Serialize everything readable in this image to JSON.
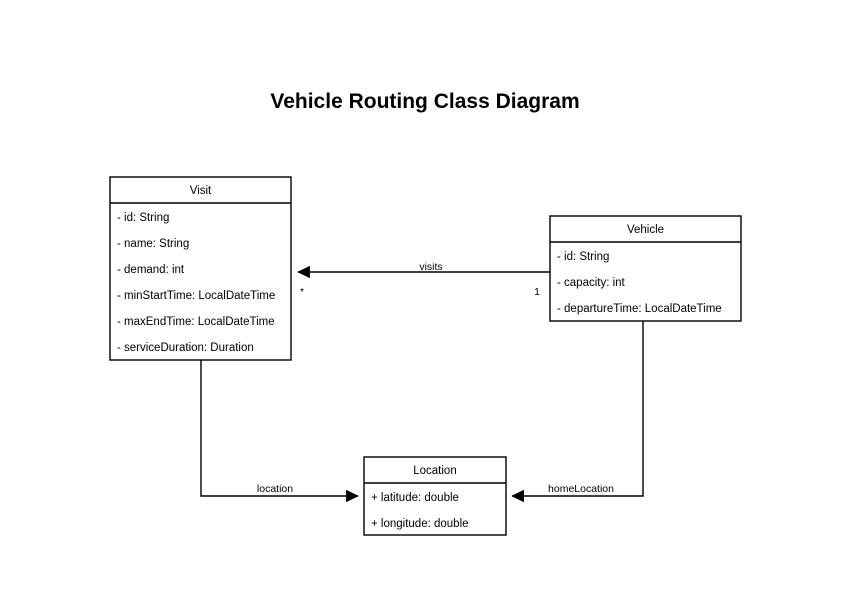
{
  "page": {
    "title": "Vehicle Routing Class Diagram",
    "background_color": "#ffffff",
    "line_color": "#000000",
    "text_color": "#000000"
  },
  "classes": {
    "visit": {
      "name": "Visit",
      "attributes": [
        "- id: String",
        "- name: String",
        "- demand: int",
        "- minStartTime: LocalDateTime",
        "- maxEndTime: LocalDateTime",
        "- serviceDuration: Duration"
      ]
    },
    "vehicle": {
      "name": "Vehicle",
      "attributes": [
        "- id: String",
        "- capacity: int",
        "- departureTime: LocalDateTime"
      ]
    },
    "location": {
      "name": "Location",
      "attributes": [
        "+ latitude: double",
        "+ longitude: double"
      ]
    }
  },
  "edges": {
    "visits": {
      "label": "visits",
      "source_multiplicity": "1",
      "target_multiplicity": "*"
    },
    "location": {
      "label": "location"
    },
    "home_location": {
      "label": "homeLocation"
    }
  }
}
